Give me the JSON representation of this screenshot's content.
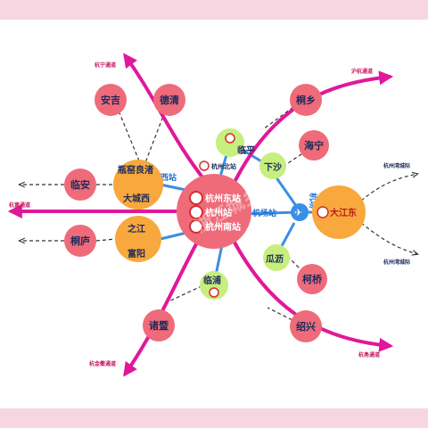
{
  "lines": {
    "top_left": "杭宁通道",
    "top_right": "沪杭通道",
    "left": "杭黄通道",
    "bottom_left": "杭金衢通道",
    "bottom_right": "杭甬通道",
    "right_top": "杭州湾城际",
    "right_bottom": "杭州湾城际"
  },
  "stations": {
    "xizhan": "杭州西站",
    "beizhan": "杭州北站",
    "dongzhan": "杭州东站",
    "zhan": "杭州站",
    "nanzhan": "杭州南站",
    "jichang": "机场",
    "jichangzhan": "机场站"
  },
  "cities": {
    "anji": "安吉",
    "deqing": "德清",
    "tongxiang": "桐乡",
    "haining": "海宁",
    "linping": "临平",
    "xiasha": "下沙",
    "linan": "临安",
    "pingyao": "瓶窑良渚",
    "dachengxi": "大城西",
    "dajiangdong": "大江东",
    "tonglu": "桐庐",
    "zhijiang": "之江",
    "fuyang": "富阳",
    "guali": "瓜沥",
    "keqiao": "柯桥",
    "linpu": "临浦",
    "zhuji": "诸暨",
    "shaoxing": "绍兴"
  },
  "watermark": "浙江城乡"
}
